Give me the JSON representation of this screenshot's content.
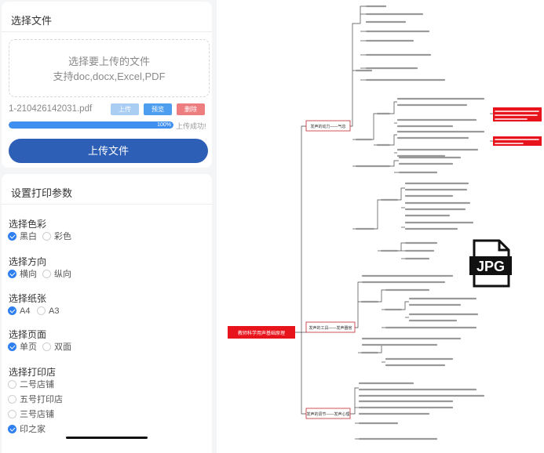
{
  "upload": {
    "title": "选择文件",
    "drop_line1": "选择要上传的文件",
    "drop_line2": "支持doc,docx,Excel,PDF",
    "file_name": "1-210426142031.pdf",
    "btn_upload": "上传",
    "btn_preview": "预览",
    "btn_delete": "删除",
    "progress_value": 1.0,
    "progress_text": "100%",
    "status": "上传成功!",
    "main_button": "上传文件"
  },
  "print": {
    "title": "设置打印参数",
    "color": {
      "label": "选择色彩",
      "options": [
        "黑白",
        "彩色"
      ],
      "selected": 0
    },
    "orientation": {
      "label": "选择方向",
      "options": [
        "横向",
        "纵向"
      ],
      "selected": 0
    },
    "paper": {
      "label": "选择纸张",
      "options": [
        "A4",
        "A3"
      ],
      "selected": 0
    },
    "pages": {
      "label": "选择页面",
      "options": [
        "单页",
        "双面"
      ],
      "selected": 0
    },
    "store": {
      "label": "选择打印店",
      "options": [
        "二号店铺",
        "五号打印店",
        "三号店铺",
        "印之家"
      ],
      "selected": 3
    }
  },
  "preview": {
    "root": "教师科学用声基础原理",
    "branches": [
      "发声的动力——气息",
      "发声的工具——发声器官",
      "发声的调节——发声心理"
    ],
    "file_badge": "JPG",
    "colors": {
      "root": "#e8141c",
      "branch_border": "#c0282f",
      "note_fill": "#e8141c",
      "accent": "#2e5fb6",
      "radio_on": "#2f7ff0"
    }
  }
}
